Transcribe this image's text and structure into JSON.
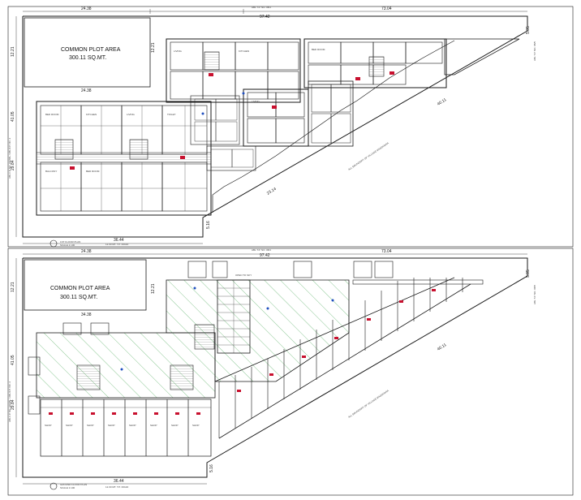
{
  "upper_plan": {
    "top_dims": [
      "24.38",
      "97.42",
      "73.04"
    ],
    "top_road": "ABL T.P. NO. 08/1",
    "common_plot_title": "COMMON PLOT AREA",
    "common_plot_area": "300.11 SQ.MT.",
    "common_plot_dim_side": "12.21",
    "common_plot_dim_bottom": "24.38",
    "left_dims": [
      "12.21",
      "41.05",
      "29.84"
    ],
    "left_road": "ABL F.P. NO. 09/ABL / ABL/F.P. NO. 2",
    "right_road": "ABL T.P. NO. 08/5",
    "right_dim": "5.05",
    "boundary_label": "ALL BOUNDARY OF VILLAGE MAGDHARA",
    "diag_dims": [
      "40.11",
      "23.14",
      "5.16"
    ],
    "bottom_dim": "36.44",
    "plan_title": "1ST FLOOR PLAN",
    "plan_scale": "SCALE 1:100",
    "road_label": "12.00 MT. T.P. ROAD",
    "room_labels": [
      "BED ROOM",
      "KITCHEN",
      "LIVING",
      "TOILET",
      "BALCONY",
      "BED ROOM",
      "LIVING",
      "KITCHEN",
      "BED ROOM",
      "LIVING"
    ]
  },
  "lower_plan": {
    "top_dims": [
      "24.38",
      "97.42",
      "73.04"
    ],
    "top_road": "ABL T.P. NO. 08/1",
    "common_plot_title": "COMMON PLOT AREA",
    "common_plot_area": "300.11 SQ.MT.",
    "common_plot_dim_side": "12.21",
    "common_plot_dim_bottom": "34.38",
    "left_dims": [
      "12.21",
      "41.05",
      "29.84"
    ],
    "left_road": "ABL F.P. NO. 09/ABL / ABL/F.P. NO. 2",
    "right_road": "ABL T.P. NO. 08/5",
    "right_dim": "5.05",
    "boundary_label": "ALL BOUNDARY OF VILLAGE MAGDHARA",
    "diag_dims": [
      "40.11",
      "5.16"
    ],
    "bottom_dim": "36.44",
    "plan_title": "GROUND FLOOR PLAN",
    "plan_scale": "SCALE 1:100",
    "road_label": "12.00 MT. T.P. ROAD",
    "stair_label": "OPEN TO SKY",
    "shop_labels": [
      "SHOP",
      "SHOP",
      "SHOP",
      "SHOP",
      "SHOP",
      "SHOP",
      "SHOP",
      "SHOP"
    ]
  },
  "colors": {
    "ink": "#1a1a1a",
    "hatch": "#3fa34d",
    "accent_red": "#c8102e",
    "accent_blue": "#1f4fbf",
    "paper": "#ffffff"
  }
}
